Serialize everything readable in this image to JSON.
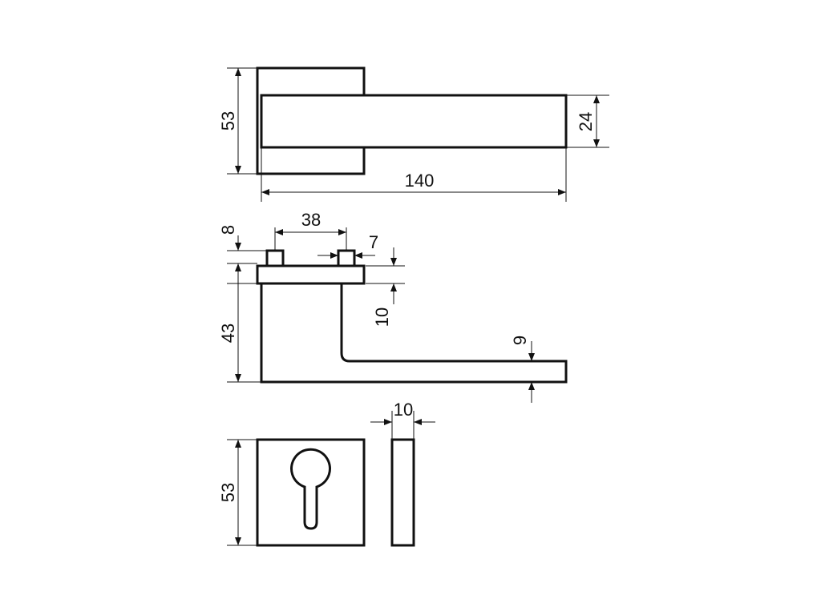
{
  "drawing": {
    "top_view": {
      "rose_height": "53",
      "lever_height": "24",
      "lever_length": "140"
    },
    "side_view": {
      "pin_height": "8",
      "pin_spacing": "38",
      "pin_width": "7",
      "rose_thickness": "10",
      "body_height": "43",
      "lever_thickness": "9"
    },
    "escutcheon_view": {
      "plate_height": "53",
      "plate_thickness": "10"
    }
  }
}
